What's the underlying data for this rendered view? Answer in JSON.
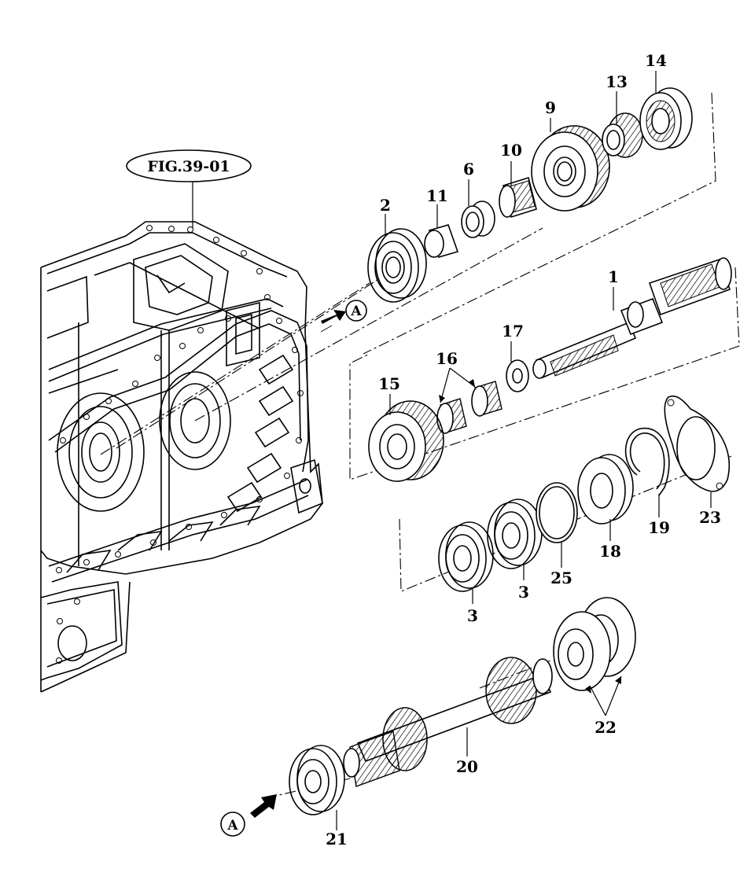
{
  "figure_reference": "FIG.39-01",
  "view_marker": "A",
  "part_labels": {
    "p1": "1",
    "p2": "2",
    "p3a": "3",
    "p3b": "3",
    "p6": "6",
    "p9": "9",
    "p10": "10",
    "p11": "11",
    "p13": "13",
    "p14": "14",
    "p15": "15",
    "p16": "16",
    "p17": "17",
    "p18": "18",
    "p19": "19",
    "p20": "20",
    "p21": "21",
    "p22": "22",
    "p23": "23",
    "p25": "25"
  }
}
